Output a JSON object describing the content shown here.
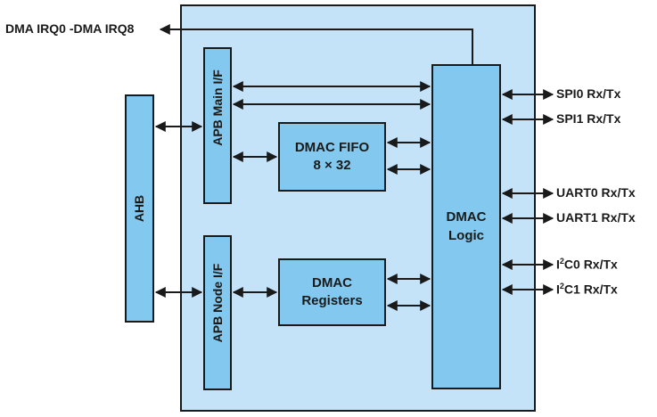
{
  "labels": {
    "dma_irq": "DMA IRQ0 -DMA IRQ8",
    "ahb": "AHB",
    "apb_main": "APB Main I/F",
    "apb_node": "APB Node I/F",
    "fifo_line1": "DMAC FIFO",
    "fifo_line2": "8 × 32",
    "regs_line1": "DMAC",
    "regs_line2": "Registers",
    "logic_line1": "DMAC",
    "logic_line2": "Logic"
  },
  "ports": [
    {
      "pre": "SPI0 Rx/Tx"
    },
    {
      "pre": "SPI1 Rx/Tx"
    },
    {
      "pre": "UART0 Rx/Tx"
    },
    {
      "pre": "UART1 Rx/Tx"
    },
    {
      "pre": "I",
      "sup": "2",
      "post": "C0 Rx/Tx"
    },
    {
      "pre": "I",
      "sup": "2",
      "post": "C1 Rx/Tx"
    }
  ],
  "colors": {
    "outer_fill": "#c4e3f8",
    "block_fill": "#82c8ef",
    "stroke": "#1a1a1a"
  }
}
